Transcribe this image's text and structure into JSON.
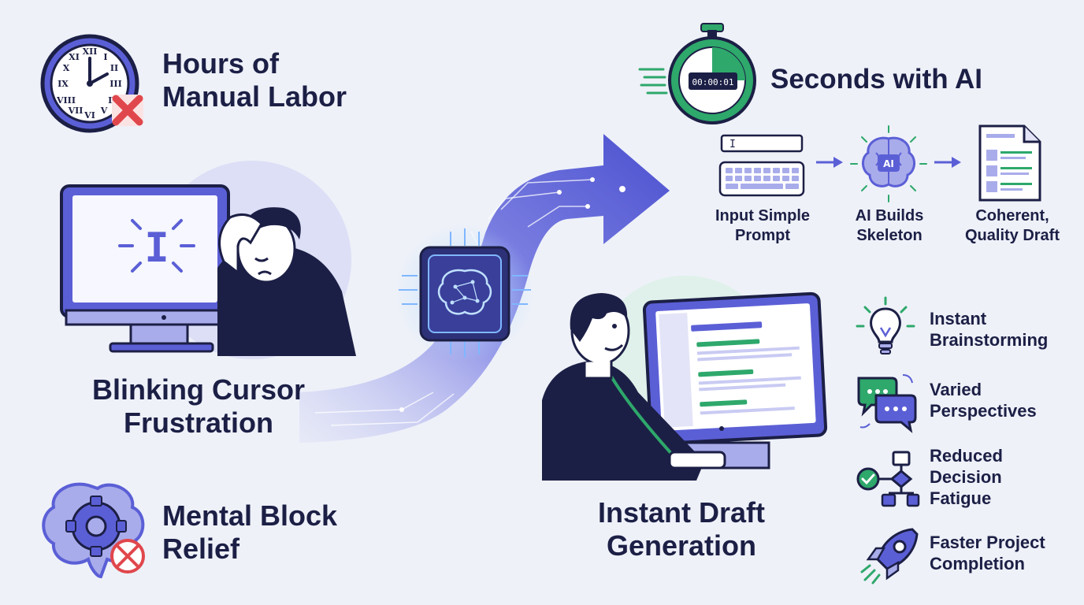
{
  "left": {
    "manual_title": [
      "Hours of",
      "Manual Labor"
    ],
    "cursor_title": [
      "Blinking Cursor",
      "Frustration"
    ],
    "cursor_glyph": "I",
    "mental_title": [
      "Mental Block",
      "Relief"
    ]
  },
  "right": {
    "ai_title": "Seconds with AI",
    "timer_display": "00:00:01",
    "steps": [
      {
        "label": [
          "Input Simple",
          "Prompt"
        ],
        "icon": "keyboard-icon",
        "glyph": "I"
      },
      {
        "label": [
          "AI Builds",
          "Skeleton"
        ],
        "icon": "ai-brain-icon",
        "badge": "AI"
      },
      {
        "label": [
          "Coherent,",
          "Quality Draft"
        ],
        "icon": "document-icon"
      }
    ],
    "draft_title": [
      "Instant Draft",
      "Generation"
    ],
    "benefits": [
      {
        "icon": "lightbulb-icon",
        "label": [
          "Instant",
          "Brainstorming"
        ]
      },
      {
        "icon": "chat-bubbles-icon",
        "label": [
          "Varied",
          "Perspectives"
        ]
      },
      {
        "icon": "flowchart-icon",
        "label": [
          "Reduced",
          "Decision",
          "Fatigue"
        ]
      },
      {
        "icon": "rocket-icon",
        "label": [
          "Faster Project",
          "Completion"
        ]
      }
    ]
  },
  "colors": {
    "background": "#eef1f8",
    "navy": "#1c1f45",
    "purple": "#5b5fd6",
    "lavender": "#a9acea",
    "green": "#2ea86b",
    "red": "#e0474c",
    "glow": "#7fb7ff"
  }
}
